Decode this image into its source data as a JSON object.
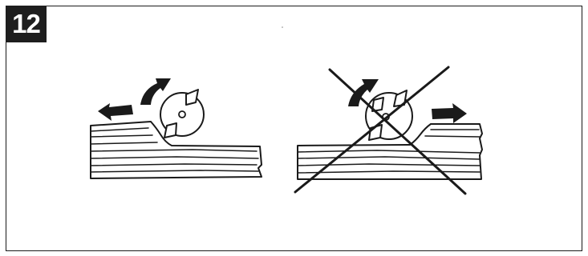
{
  "figure": {
    "number": "12"
  },
  "panels": [
    {
      "id": "correct",
      "crossed_out": false,
      "cut_direction": "left",
      "rotation": "clockwise"
    },
    {
      "id": "incorrect",
      "crossed_out": true,
      "cut_direction": "right",
      "rotation": "clockwise"
    }
  ],
  "colors": {
    "ink": "#1a1a1a",
    "background": "#ffffff",
    "badge": "#1e1e1e",
    "badge_text": "#ffffff"
  },
  "icons": [
    "direction-arrow-icon",
    "rotation-arrow-icon",
    "router-bit-icon",
    "cross-out-icon"
  ]
}
